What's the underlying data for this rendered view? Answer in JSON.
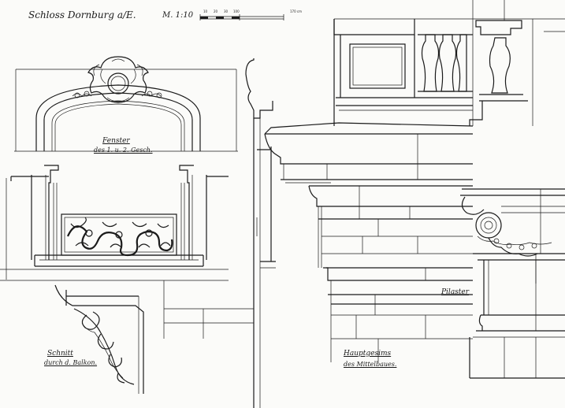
{
  "sheet": {
    "title": "Schloss Dornburg a/E.",
    "scale": "M. 1:10",
    "scale_bar_marks": [
      "10",
      "20",
      "30",
      "100",
      "170 cm"
    ]
  },
  "labels": {
    "fenster_line1": "Fenster",
    "fenster_line2": "des 1. u. 2. Gesch.",
    "schnitt_line1": "Schnitt",
    "schnitt_line2": "durch d. Balkon.",
    "hauptgesims_line1": "Hauptgesims",
    "hauptgesims_line2": "des Mittelbaues.",
    "pilaster": "Pilaster"
  },
  "colors": {
    "paper": "#fbfbf9",
    "ink": "#1b1b1b"
  }
}
